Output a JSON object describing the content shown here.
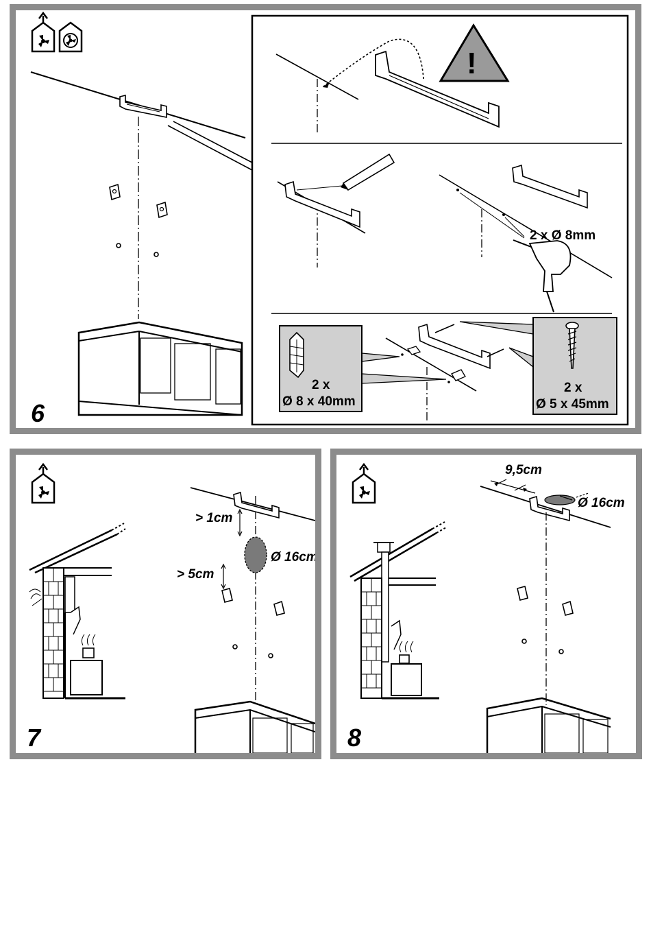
{
  "step6": {
    "number": "6",
    "warning_symbol": "!",
    "drill_label": "2 x Ø 8mm",
    "plug_qty": "2 x",
    "plug_size": "Ø 8 x 40mm",
    "screw_qty": "2 x",
    "screw_size": "Ø 5 x 45mm",
    "icons": [
      "ducted-extraction-icon",
      "recirculation-icon"
    ]
  },
  "step7": {
    "number": "7",
    "gap_top": "> 1cm",
    "duct_diameter": "Ø 16cm",
    "gap_bottom": "> 5cm",
    "icons": [
      "ducted-extraction-icon"
    ]
  },
  "step8": {
    "number": "8",
    "offset": "9,5cm",
    "duct_diameter": "Ø 16cm",
    "icons": [
      "ducted-extraction-icon"
    ]
  },
  "colors": {
    "frame": "#8c8c8c",
    "callout_fill": "#d0d0d0",
    "warning_fill": "#9a9a9a",
    "duct_hole": "#7a7a7a"
  }
}
